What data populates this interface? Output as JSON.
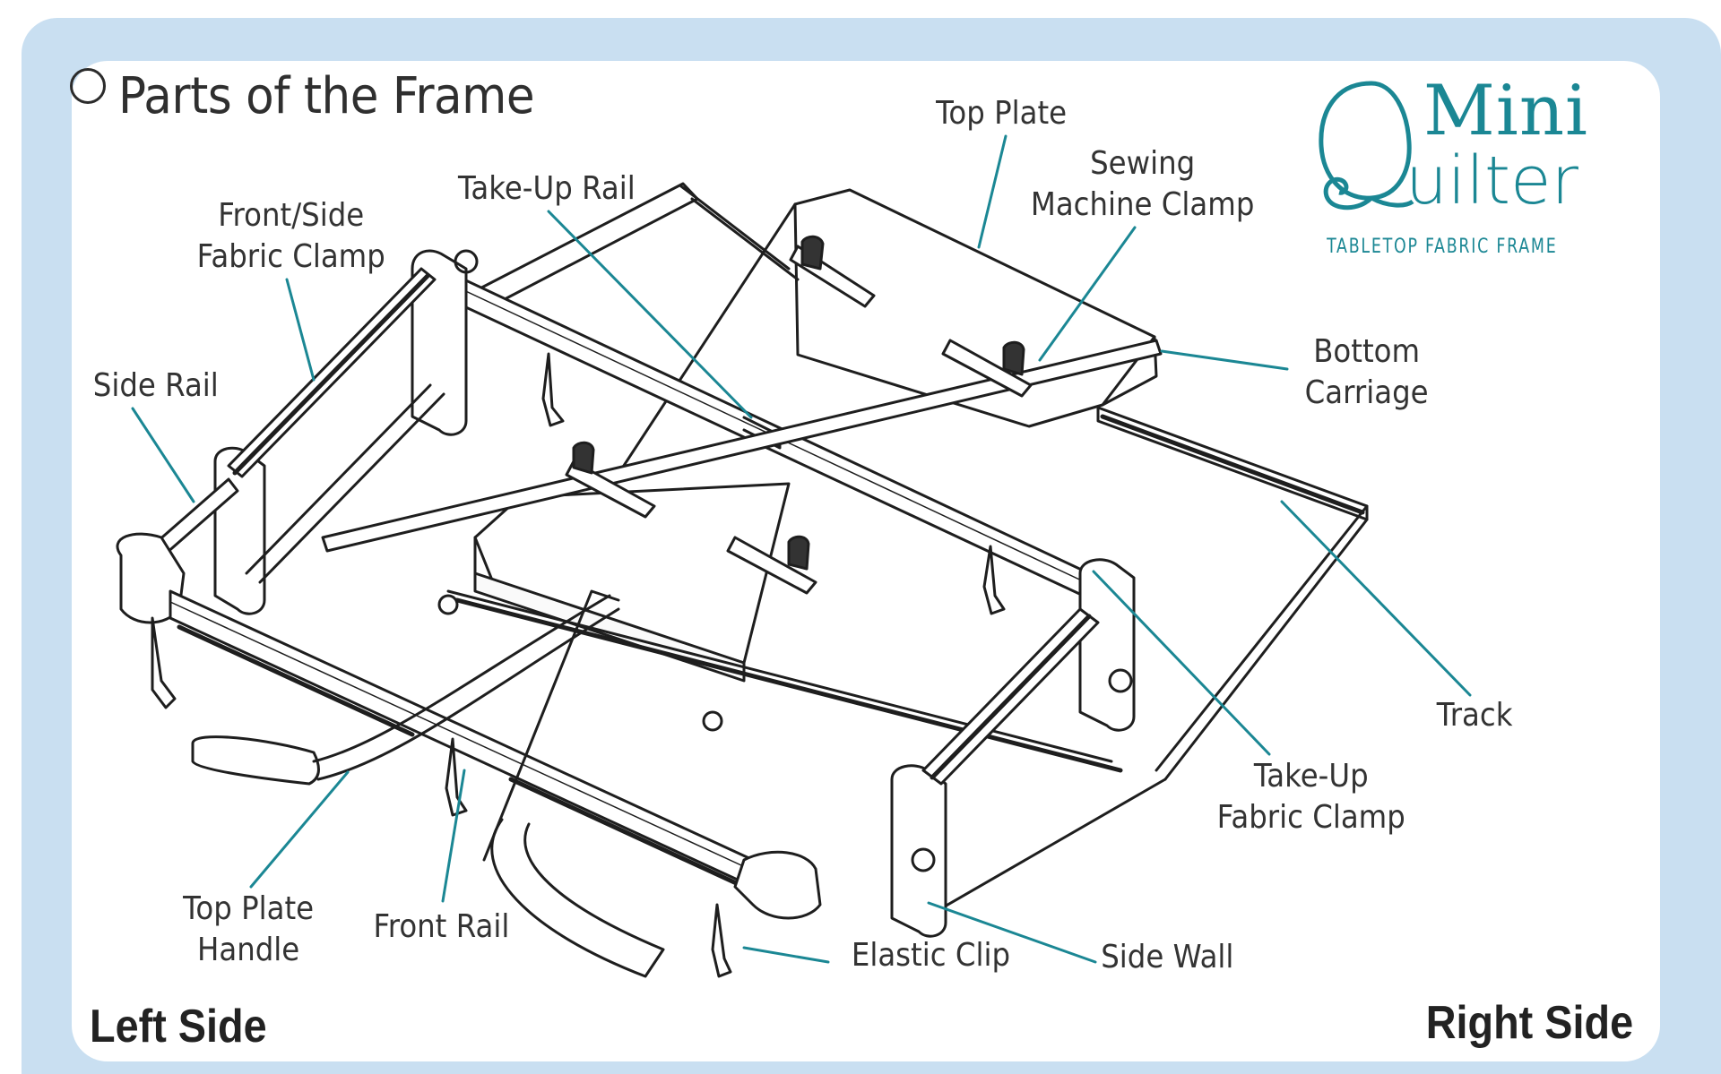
{
  "page": {
    "title": "Parts of the Frame",
    "left_side_label": "Left Side",
    "right_side_label": "Right Side"
  },
  "logo": {
    "line1": "Mini",
    "line2": "uilter",
    "initial": "Q",
    "tagline": "TABLETOP FABRIC FRAME",
    "brand_color": "#1b8794"
  },
  "colors": {
    "border": "#c9dff1",
    "leader_line": "#1b8794",
    "line_art": "#1e1e1e",
    "text": "#333333"
  },
  "labels": {
    "top_plate": "Top Plate",
    "sewing_machine_clamp": [
      "Sewing",
      "Machine Clamp"
    ],
    "take_up_rail": "Take-Up Rail",
    "front_side_fabric_clamp": [
      "Front/Side",
      "Fabric Clamp"
    ],
    "side_rail": "Side Rail",
    "bottom_carriage": [
      "Bottom",
      "Carriage"
    ],
    "track": "Track",
    "take_up_fabric_clamp": [
      "Take-Up",
      "Fabric Clamp"
    ],
    "top_plate_handle": [
      "Top Plate",
      "Handle"
    ],
    "front_rail": "Front Rail",
    "elastic_clip": "Elastic Clip",
    "side_wall": "Side Wall"
  }
}
